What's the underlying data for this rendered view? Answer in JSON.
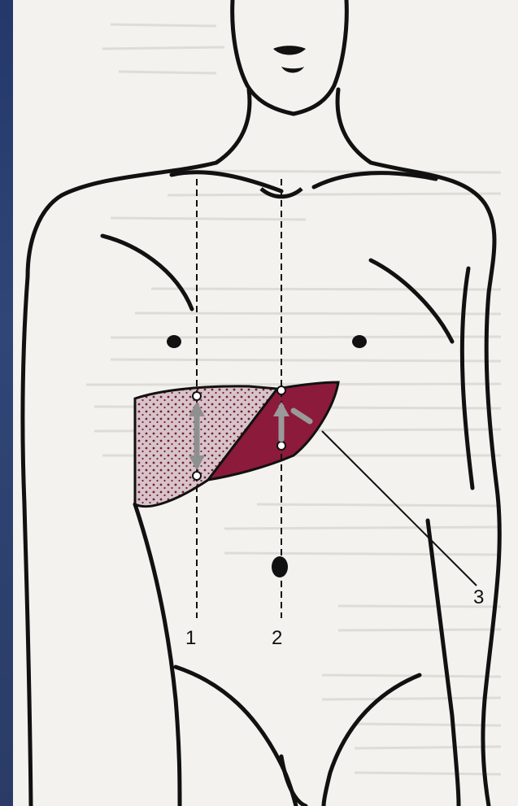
{
  "figure": {
    "labels": {
      "line1": "1",
      "line2": "2",
      "line3": "3"
    },
    "colors": {
      "liver_fill": "#8c1a3a",
      "liver_dots": "#efe2e6",
      "background": "#2b3f6e",
      "paper": "#f3f2ee",
      "ink": "#111111"
    },
    "icons": {
      "arrow_vertical": "double-headed-arrow",
      "arrow_oblique": "double-headed-arrow"
    }
  }
}
